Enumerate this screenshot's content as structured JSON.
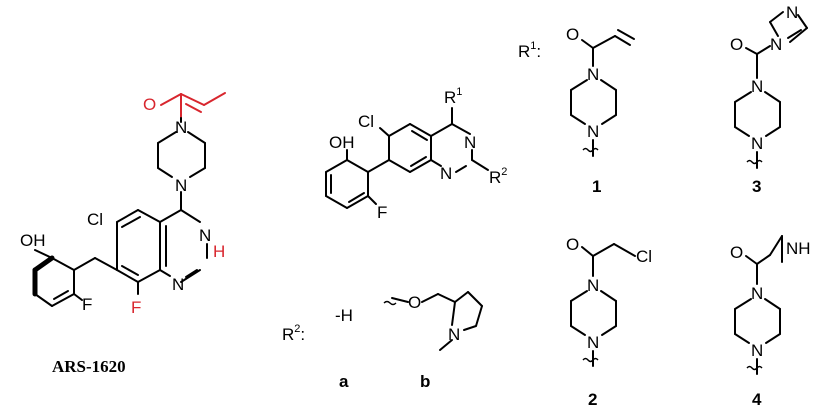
{
  "compound_name": "ARS-1620",
  "r1_label": "R",
  "r1_sup": "1",
  "r1_colon": ":",
  "r2_label": "R",
  "r2_sup": "2",
  "r2_colon": ":",
  "r2_options": {
    "a_value": "-H",
    "a_label": "a",
    "b_label": "b"
  },
  "compound_numbers": [
    "1",
    "2",
    "3",
    "4"
  ],
  "atoms": {
    "O": "O",
    "N": "N",
    "Cl": "Cl",
    "OH": "OH",
    "F": "F",
    "H": "H",
    "NH": "NH"
  },
  "colors": {
    "highlight": "#d8262e",
    "ink": "#000000"
  }
}
